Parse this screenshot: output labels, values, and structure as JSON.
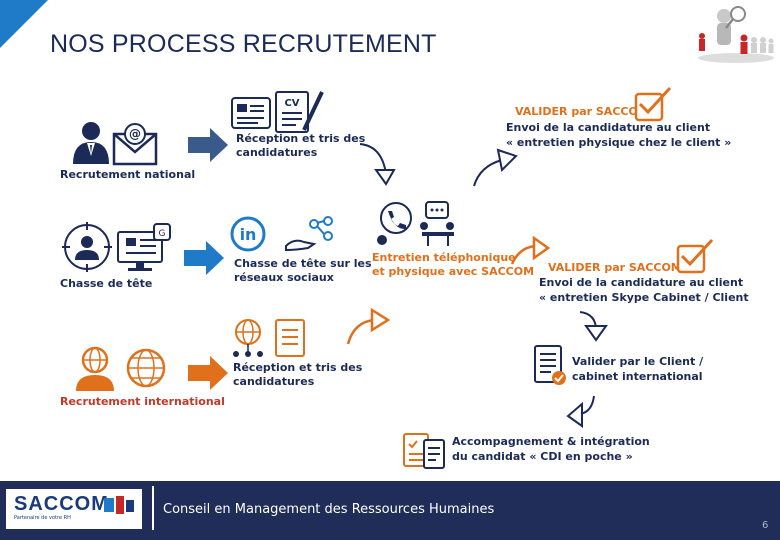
{
  "header": {
    "title": "NOS PROCESS RECRUTEMENT"
  },
  "sources": {
    "national": "Recrutement national",
    "chasse": "Chasse de tête",
    "international": "Recrutement international"
  },
  "steps": {
    "reception1": [
      "Réception et tris des",
      "candidatures"
    ],
    "reseaux": [
      "Chasse de tête sur les",
      "réseaux sociaux"
    ],
    "reception2": [
      "Réception et tris des",
      "candidatures"
    ],
    "entretien": [
      "Entretien  téléphonique",
      "et physique avec SACCOM"
    ],
    "valider1": {
      "title": "VALIDER par SACCOM",
      "lines": [
        "Envoi de la candidature au client",
        "« entretien physique chez le client »"
      ]
    },
    "valider2": {
      "title": "VALIDER par SACCOM",
      "lines": [
        "Envoi de la candidature au client",
        "« entretien Skype Cabinet  / Client"
      ]
    },
    "valider_client": [
      "Valider par le Client /",
      "cabinet international"
    ],
    "accompagnement": [
      "Accompagnement & intégration",
      "du candidat « CDI en poche »"
    ]
  },
  "footer": {
    "logo": "SACCOM",
    "logo_tagline": "Partenaire de votre RH",
    "text": "Conseil en Management des Ressources Humaines",
    "page": "6"
  },
  "colors": {
    "navy": "#1b2a57",
    "orange": "#e0701c",
    "blue": "#1f7ac8",
    "footer": "#1f2d58"
  }
}
